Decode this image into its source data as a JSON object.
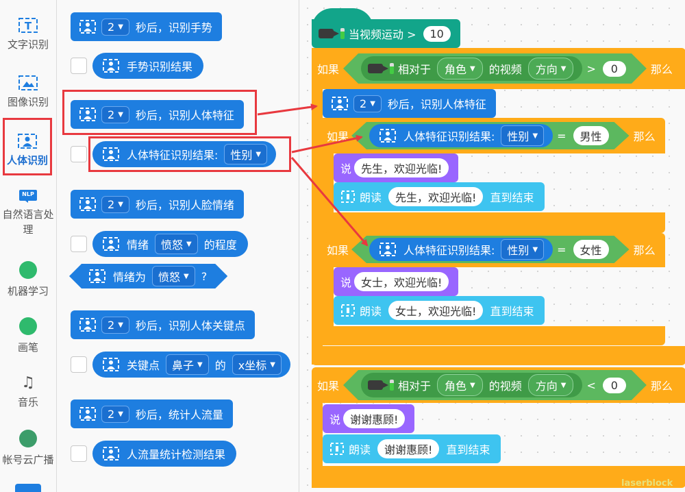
{
  "categories": [
    {
      "label": "文字识别",
      "icon": "text-recognition-icon"
    },
    {
      "label": "图像识别",
      "icon": "image-recognition-icon"
    },
    {
      "label": "人体识别",
      "icon": "body-recognition-icon",
      "selected": true
    },
    {
      "label": "自然语言处理",
      "icon": "nlp-icon",
      "badge": "NLP"
    },
    {
      "label": "机器学习",
      "icon": "machine-learning-icon"
    },
    {
      "label": "画笔",
      "icon": "pen-icon"
    },
    {
      "label": "音乐",
      "icon": "music-icon"
    },
    {
      "label": "帐号云广播",
      "icon": "cloud-broadcast-icon"
    }
  ],
  "palette": {
    "gesture_block": {
      "num": "2",
      "label": "秒后，识别手势"
    },
    "gesture_result": "手势识别结果",
    "body_feature_block": {
      "num": "2",
      "label": "秒后，识别人体特征"
    },
    "body_feature_result": {
      "label": "人体特征识别结果:",
      "option": "性别"
    },
    "face_emotion_block": {
      "num": "2",
      "label": "秒后，识别人脸情绪"
    },
    "emotion_degree": {
      "prefix": "情绪",
      "option": "愤怒",
      "suffix": "的程度"
    },
    "emotion_is": {
      "prefix": "情绪为",
      "option": "愤怒",
      "suffix": "?"
    },
    "keypoint_block": {
      "num": "2",
      "label": "秒后，识别人体关键点"
    },
    "keypoint_reporter": {
      "prefix": "关键点",
      "part": "鼻子",
      "mid": "的",
      "coord": "x坐标"
    },
    "flow_block": {
      "num": "2",
      "label": "秒后，统计人流量"
    },
    "flow_result": "人流量统计检测结果"
  },
  "script": {
    "hat": {
      "label": "当视频运动 >",
      "value": "10"
    },
    "if1": {
      "if": "如果",
      "rel": "相对于",
      "target": "角色",
      "video": "的视频",
      "prop": "方向",
      "op": ">",
      "value": "0",
      "then": "那么"
    },
    "recognize": {
      "num": "2",
      "label": "秒后，识别人体特征"
    },
    "if_male": {
      "if": "如果",
      "label": "人体特征识别结果:",
      "option": "性别",
      "op": "=",
      "value": "男性",
      "then": "那么"
    },
    "say_male": {
      "label": "说",
      "text": "先生，欢迎光临!"
    },
    "speak_male": {
      "label": "朗读",
      "text": "先生，欢迎光临!",
      "suffix": "直到结束"
    },
    "if_female": {
      "if": "如果",
      "label": "人体特征识别结果:",
      "option": "性别",
      "op": "=",
      "value": "女性",
      "then": "那么"
    },
    "say_female": {
      "label": "说",
      "text": "女士，欢迎光临!"
    },
    "speak_female": {
      "label": "朗读",
      "text": "女士，欢迎光临!",
      "suffix": "直到结束"
    },
    "if2": {
      "if": "如果",
      "rel": "相对于",
      "target": "角色",
      "video": "的视频",
      "prop": "方向",
      "op": "<",
      "value": "0",
      "then": "那么"
    },
    "say_bye": {
      "label": "说",
      "text": "谢谢惠顾!"
    },
    "speak_bye": {
      "label": "朗读",
      "text": "谢谢惠顾!",
      "suffix": "直到结束"
    }
  },
  "watermark": "laserblock",
  "colors": {
    "motion_blue": "#1e7ee0",
    "control_orange": "#ffab19",
    "looks_purple": "#9966ff",
    "video_green": "#5cb85f",
    "speak_cyan": "#3ec4f0",
    "highlight_red": "#e8393f"
  }
}
